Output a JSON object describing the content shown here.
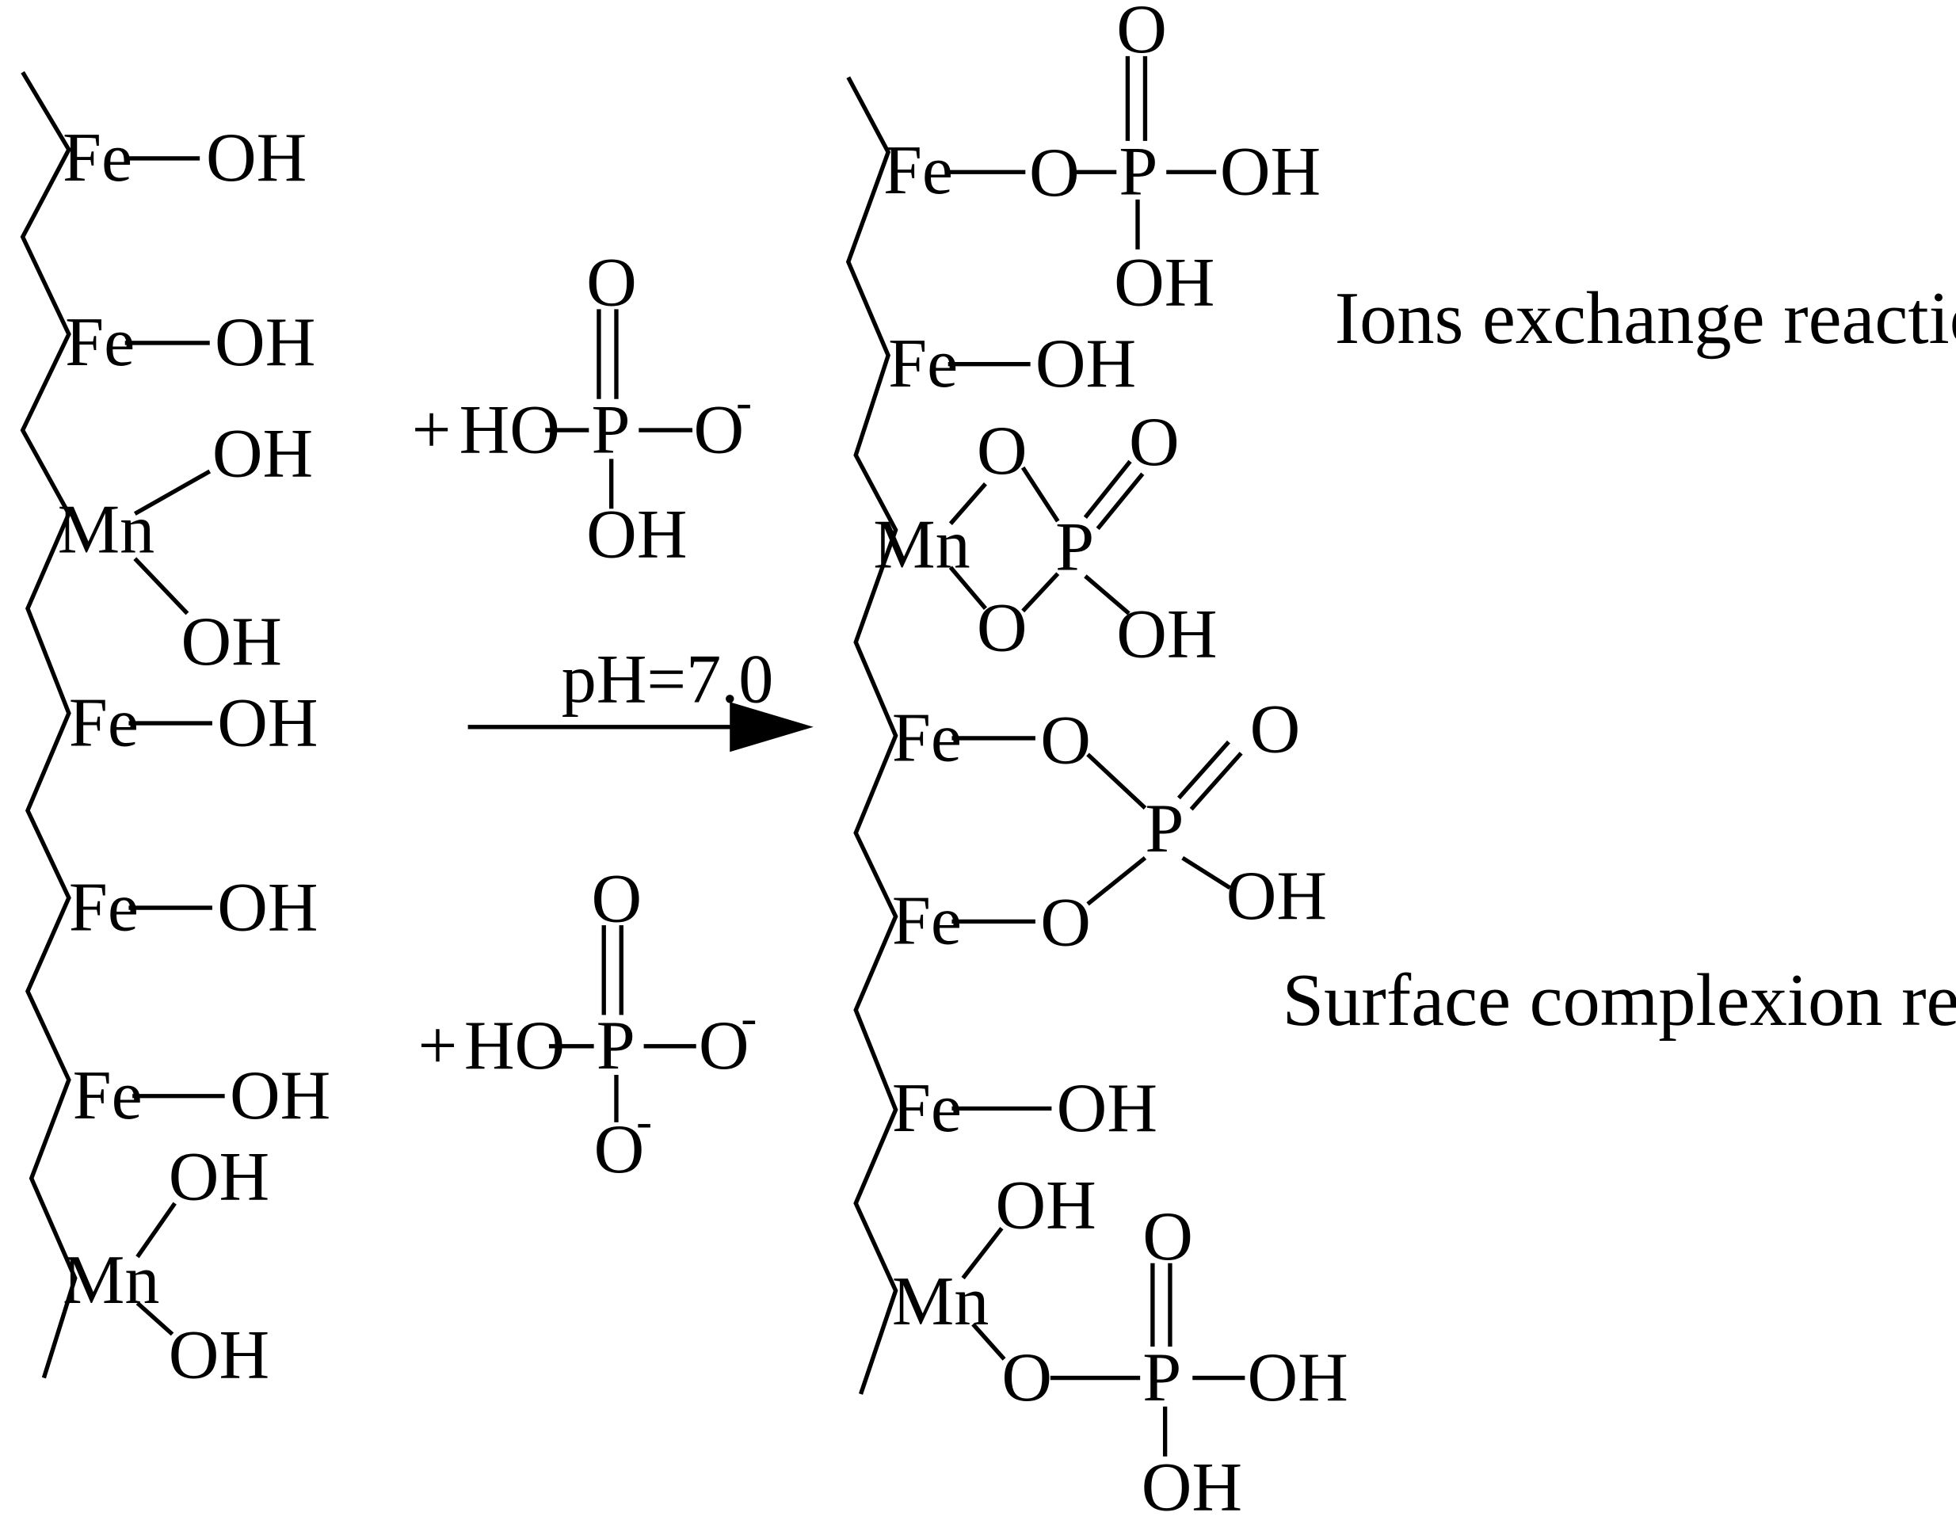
{
  "colors": {
    "ink": "#000000",
    "background": "#ffffff"
  },
  "labels": {
    "fe": "Fe",
    "mn": "Mn",
    "oh": "OH",
    "ho": "HO",
    "o": "O",
    "p": "P",
    "plus": "+",
    "minus": "-"
  },
  "conditions": {
    "ph": "pH=7.0"
  },
  "captions": {
    "ion_exchange": "Ions exchange reaction",
    "surface_complexion": "Surface complexion reaction"
  }
}
